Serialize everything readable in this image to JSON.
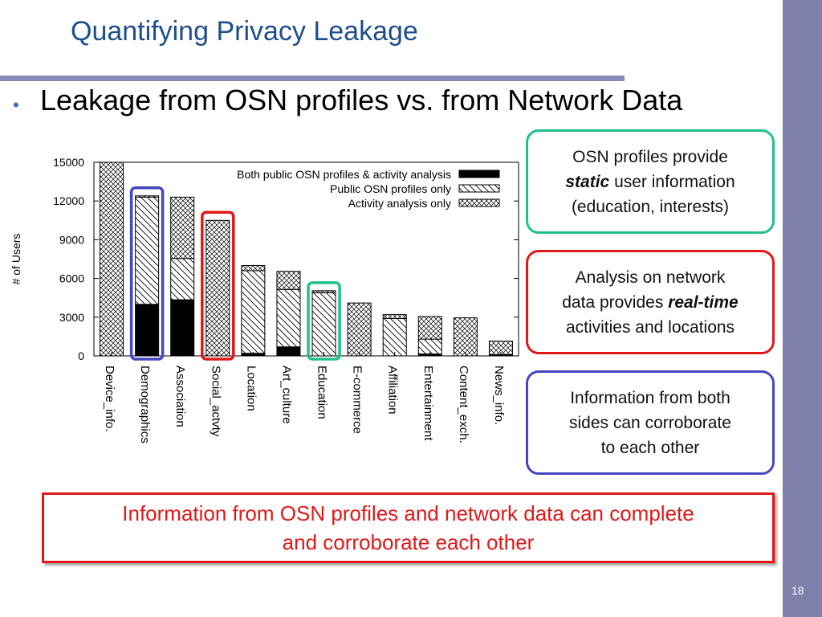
{
  "slide": {
    "title": "Quantifying Privacy Leakage",
    "bullet": "Leakage from OSN profiles vs. from Network Data",
    "page_number": "18",
    "accent_color": "#1f4e8c",
    "sidebar_color": "#7f7fac"
  },
  "callouts": [
    {
      "pre": "OSN profiles provide",
      "emph": "static",
      "mid": "user information",
      "post": "(education, interests)",
      "color": "#20c08a"
    },
    {
      "pre": "Analysis on network",
      "mid2": "data provides",
      "emph": "real-time",
      "post": "activities and locations",
      "color": "#e01818"
    },
    {
      "line1": "Information from both",
      "line2": "sides can corroborate",
      "line3": "to each other",
      "color": "#4545c0"
    }
  ],
  "bottom_note": {
    "line1": "Information from OSN profiles and network data can complete",
    "line2": "and corroborate each other",
    "color": "#e01818"
  },
  "chart_data": {
    "type": "bar",
    "stacked": true,
    "ylabel": "# of Users",
    "xlabel": "",
    "ylim": [
      0,
      15000
    ],
    "yticks": [
      "0",
      "3000",
      "6000",
      "9000",
      "12000",
      "15000"
    ],
    "categories": [
      "Device_info.",
      "Demographics",
      "Association",
      "Social_actvty",
      "Location",
      "Art_culture",
      "Education",
      "E-commerce",
      "Affiliation",
      "Entertainment",
      "Content_exch.",
      "News_info."
    ],
    "series": [
      {
        "name": "Both public OSN profiles & activity analysis",
        "pattern": "solid",
        "values": [
          0,
          4000,
          4350,
          0,
          200,
          700,
          0,
          0,
          0,
          150,
          0,
          100
        ]
      },
      {
        "name": "Public OSN profiles only",
        "pattern": "diagonal",
        "values": [
          0,
          8300,
          3200,
          0,
          6400,
          4450,
          4900,
          0,
          2900,
          1150,
          0,
          0
        ]
      },
      {
        "name": "Activity analysis only",
        "pattern": "crosshatch",
        "values": [
          15000,
          100,
          4750,
          10500,
          400,
          1400,
          150,
          4100,
          300,
          1750,
          2950,
          1050
        ]
      }
    ],
    "legend_position": "top-right",
    "highlights": [
      {
        "category": "Demographics",
        "color": "#4545c0"
      },
      {
        "category": "Social_actvty",
        "color": "#e01818"
      },
      {
        "category": "Education",
        "color": "#20c08a"
      }
    ]
  }
}
